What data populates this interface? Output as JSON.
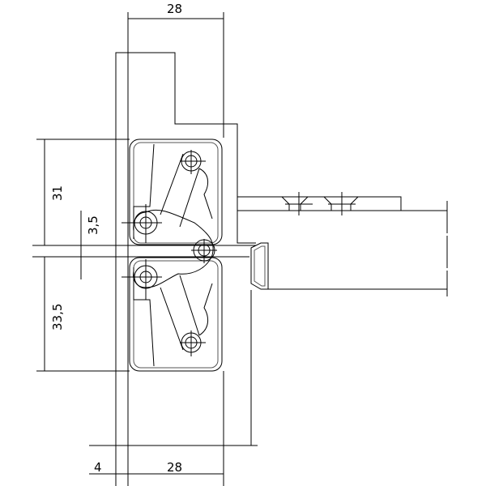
{
  "dimensions": {
    "top_width": "28",
    "upper_height": "31",
    "gap": "3,5",
    "lower_height": "33,5",
    "bottom_offset": "4",
    "bottom_width": "28"
  },
  "colors": {
    "line": "#000000",
    "background": "#ffffff"
  }
}
